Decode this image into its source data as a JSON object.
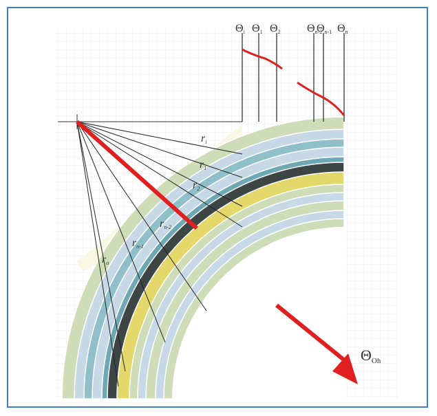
{
  "diagram": {
    "theta_labels": [
      {
        "main": "Θ",
        "sub": "i"
      },
      {
        "main": "Θ",
        "sub": "1"
      },
      {
        "main": "Θ",
        "sub": "2"
      },
      {
        "main": "Θ",
        "sub": "n-2"
      },
      {
        "main": "Θ",
        "sub": "n-1"
      },
      {
        "main": "Θ",
        "sub": "n"
      }
    ],
    "radius_labels": [
      {
        "main": "r",
        "sub": "i"
      },
      {
        "main": "r",
        "sub": "1"
      },
      {
        "main": "r",
        "sub": "2"
      },
      {
        "main": "r",
        "sub": "n-2"
      },
      {
        "main": "r",
        "sub": "n-1"
      },
      {
        "main": "r",
        "sub": "o"
      }
    ],
    "output_label": {
      "main": "Θ",
      "sub": "Oh"
    },
    "colors": {
      "frame": "#3f7fc1",
      "arrow": "#e02020",
      "cream": "#f7f6dc",
      "sage": "#cfdcb8",
      "light_blue": "#c7d9e6",
      "teal": "#8fc0ca",
      "yellow": "#e4d86a",
      "dark": "#3d4645",
      "deep_teal": "#6ea8b4"
    }
  }
}
